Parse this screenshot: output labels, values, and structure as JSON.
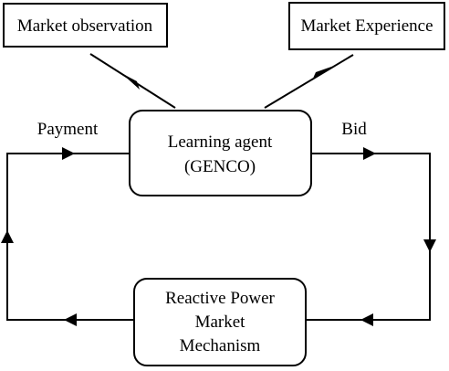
{
  "nodes": {
    "market_observation": "Market observation",
    "market_experience": "Market Experience",
    "learning_agent": [
      "Learning agent",
      "(GENCO)"
    ],
    "reactive_power": [
      "Reactive Power",
      "Market",
      "Mechanism"
    ]
  },
  "edge_labels": {
    "payment": "Payment",
    "bid": "Bid"
  }
}
